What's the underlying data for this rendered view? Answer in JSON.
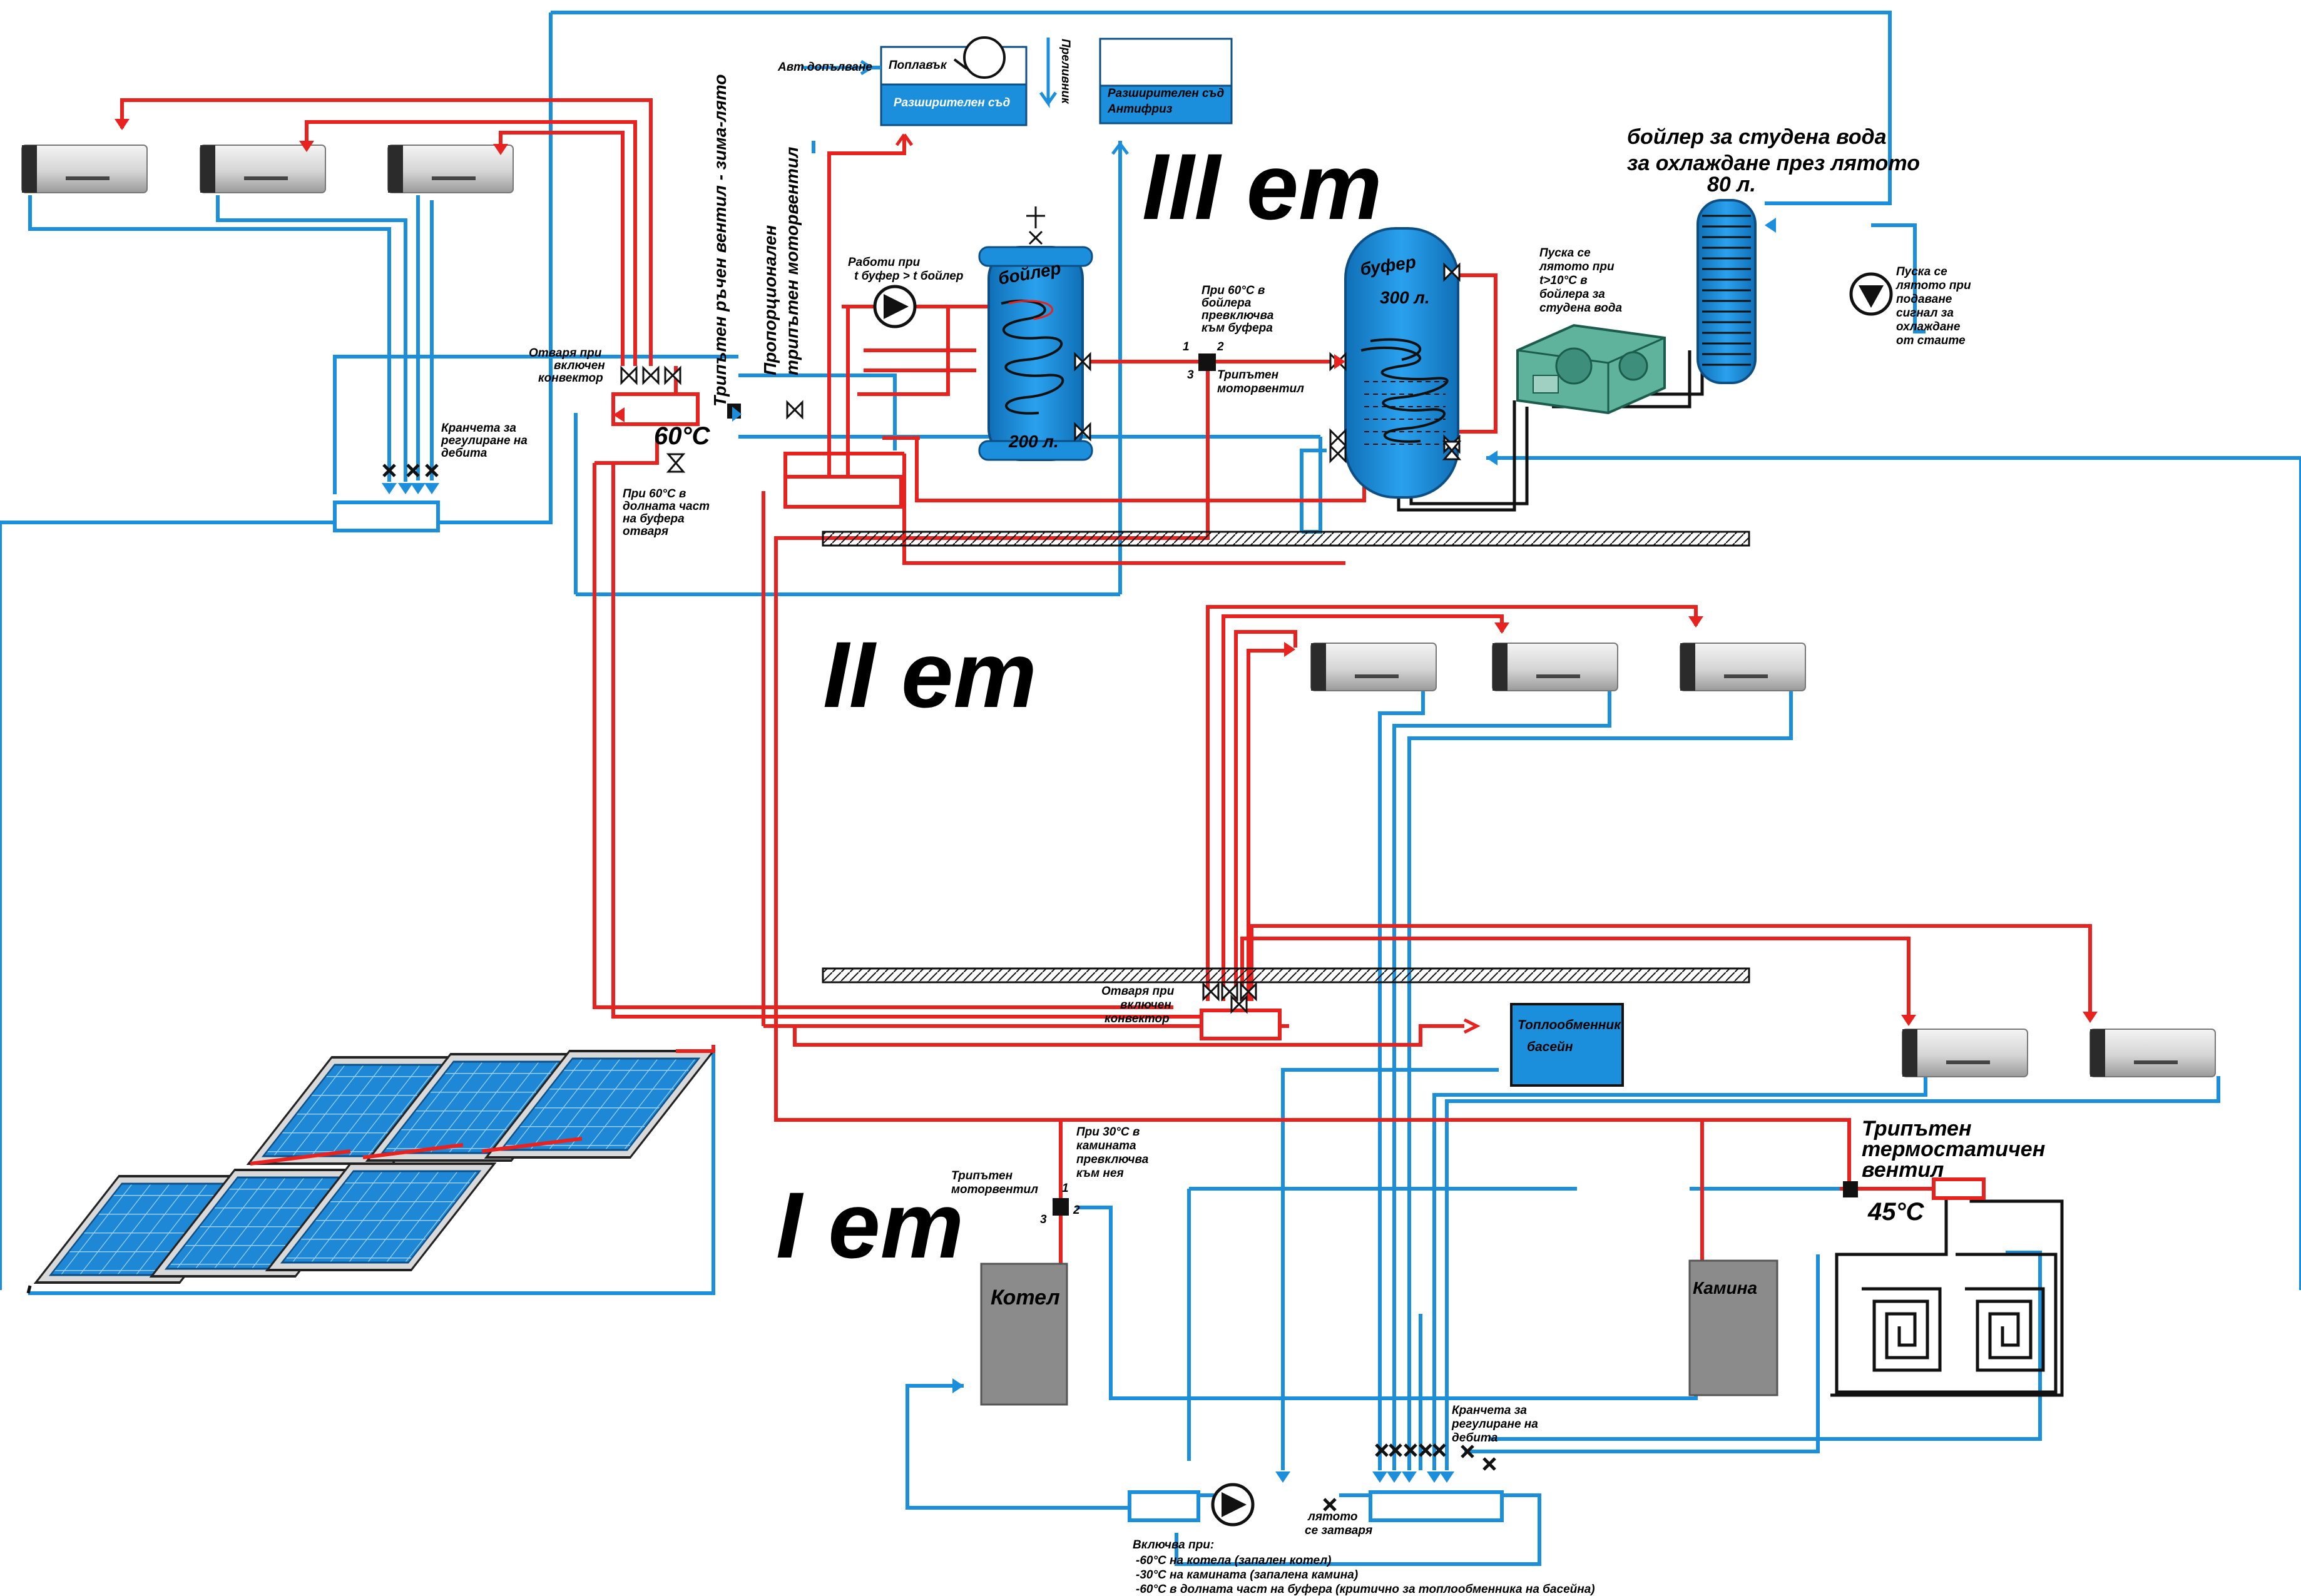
{
  "floors": {
    "third": "III ет",
    "second": "II ет",
    "first": "I ет"
  },
  "tanks": {
    "boiler_title": "бойлер",
    "boiler_volume": "200 л.",
    "buffer_title": "буфер",
    "buffer_volume": "300 л.",
    "cold_boiler_title_1": "бойлер за студена вода",
    "cold_boiler_title_2": "за охлаждане през лятото",
    "cold_boiler_volume": "80 л."
  },
  "expansion": {
    "vessel_1": "Разширителен съд",
    "vessel_2_line1": "Разширителен съд",
    "vessel_2_line2": "Антифриз",
    "float": "Поплавък",
    "auto_fill": "Авт.допълване",
    "overflow": "Преливник"
  },
  "valves": {
    "three_way_manual": "Трипътен ръчен вентил - зима-лято",
    "proportional_1": "Пропорционален",
    "proportional_2": "трипътен моторвентил",
    "opens_convector_1": "Отваря при",
    "opens_convector_2": "включен",
    "opens_convector_3": "конвектор",
    "opens_convector_floor2": [
      "Отваря при",
      "включен",
      "конвектор"
    ],
    "regulating_1": "Кранчета за",
    "regulating_2": "регулиране на",
    "regulating_3": "дебита",
    "regulating_floor1": [
      "Кранчета за",
      "регулиране на",
      "дебита"
    ],
    "buffer_low_60": [
      "При 60°С в",
      "долната част",
      "на буфера",
      "отваря"
    ],
    "works_when_1": "Работи при",
    "works_when_2": "t буфер > t бойлер",
    "at60_boiler": [
      "При 60°С в",
      "бойлера",
      "превключва",
      "към буфера"
    ],
    "three_way_motor_1": "Трипътен",
    "three_way_motor_2": "моторвентил",
    "summer_start": [
      "Пуска се",
      "лятото при",
      "t>10°С в",
      "бойлера за",
      "студена вода"
    ],
    "pump_start": [
      "Пуска се",
      "лятото при",
      "подаване",
      "сигнал за",
      "охлаждане",
      "от стаите"
    ],
    "fireplace_30": [
      "При 30°С в",
      "камината",
      "превключва",
      "към нея"
    ],
    "three_way_motor_floor1": [
      "Трипътен",
      "моторвентил"
    ],
    "thermostatic": [
      "Трипътен",
      "термостатичен",
      "вентил"
    ],
    "summer_closed": [
      "лятото",
      "се затваря"
    ]
  },
  "temperatures": {
    "t60": "60°С",
    "t45": "45°С"
  },
  "port_numbers": {
    "p1": "1",
    "p2": "2",
    "p3": "3"
  },
  "equipment": {
    "pool_hx_1": "Топлообменник",
    "pool_hx_2": "басейн",
    "kotel": "Котел",
    "kamina": "Камина"
  },
  "notes": {
    "title": "Включва при:",
    "lines": [
      "-60°С на котела (запален котел)",
      "-30°С на камината (запалена камина)",
      "-60°С в долната част на буфера (критично за топлообменника на басейна)"
    ]
  },
  "colors": {
    "hot": "#e8231f",
    "cold": "#1b8fdc",
    "tank": "#1b8fdc",
    "unit": "#8b8b8b"
  }
}
